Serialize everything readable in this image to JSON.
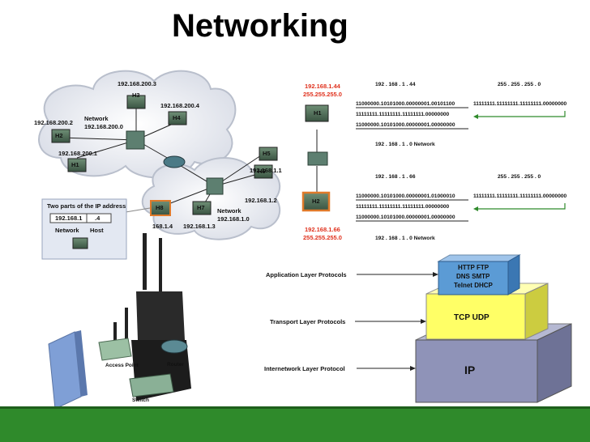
{
  "title": "Networking",
  "left_network": {
    "hosts": {
      "h1": "H1",
      "h2": "H2",
      "h3": "H3",
      "h4": "H4",
      "h5": "H5",
      "h6": "H6",
      "h7": "H7",
      "h8": "H8"
    },
    "ips": {
      "h3": "192.168.200.3",
      "h4": "192.168.200.4",
      "h2": "192.168.200.2",
      "h1": "192.168.200.1",
      "h5": "192.168.1.1",
      "h6": "192.168.1.2",
      "h7": "192.168.1.3",
      "h8": "168.1.4"
    },
    "net1_label": "Network",
    "net1_addr": "192.168.200.0",
    "net2_label": "Network",
    "net2_addr": "192.168.1.0",
    "ip_box": {
      "title": "Two parts of the IP address",
      "network_part": "192.168.1",
      "host_part": ".4",
      "network_label": "Network",
      "host_label": "Host"
    }
  },
  "subnet_example": {
    "h1": {
      "label": "H1",
      "ip": "192.168.1.44",
      "mask": "255.255.255.0"
    },
    "h2": {
      "label": "H2",
      "ip": "192.168.1.66",
      "mask": "255.255.255.0"
    },
    "row1": {
      "ip_dotted": "192  .  168  .  1  .  44",
      "mask_dotted": "255  .  255  .  255  .  0",
      "ip_bin": "11000000.10101000.00000001.00101100",
      "mask_bin": "11111111.11111111.11111111.00000000",
      "mask_bin_red": "11111111.11111111.11111111.00000000",
      "net_bin": "11000000.10101000.00000001.00000000",
      "net_dotted": "192  .  168  .  1  .  0  Network"
    },
    "row2": {
      "ip_dotted": "192  .  168  .  1  .  66",
      "mask_dotted": "255  .  255  .  255  .  0",
      "ip_bin": "11000000.10101000.00000001.01000010",
      "mask_bin": "11111111.11111111.11111111.00000000",
      "mask_bin_red": "11111111.11111111.11111111.00000000",
      "net_bin": "11000000.10101000.00000001.00000000",
      "net_dotted": "192  .  168  .  1  .  0  Network"
    }
  },
  "protocol_stack": {
    "app_label": "Application Layer Protocols",
    "transport_label": "Transport Layer Protocols",
    "internet_label": "Internetwork Layer Protocol",
    "app_line1": "HTTP  FTP",
    "app_line2": "DNS  SMTP",
    "app_line3": "Telnet  DHCP",
    "transport": "TCP  UDP",
    "internet": "IP"
  },
  "devices": {
    "access_point": "Access Point",
    "router": "Router",
    "switch": "Switch"
  },
  "colors": {
    "footer": "#2f8a2b",
    "app_box": "#5b9bd5",
    "transport_box": "#ffff66",
    "internet_box": "#8f93b8",
    "highlight": "#e0321e"
  }
}
